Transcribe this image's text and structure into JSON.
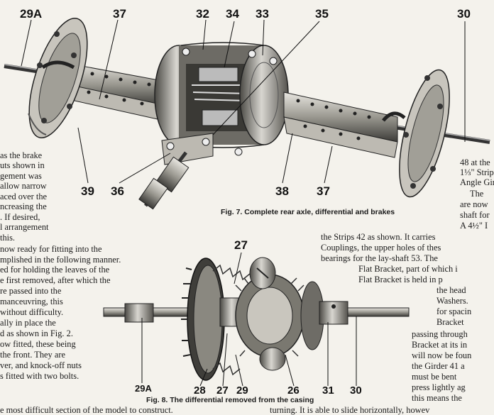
{
  "figure7": {
    "caption": "Fig. 7.  Complete rear axle, differential and brakes",
    "labels": [
      "29A",
      "37",
      "32",
      "34",
      "33",
      "35",
      "30",
      "39",
      "36",
      "38",
      "37"
    ]
  },
  "figure8": {
    "caption": "Fig. 8.  The differential removed from the casing",
    "labels": [
      "27",
      "29A",
      "28",
      "27",
      "29",
      "26",
      "31",
      "30"
    ]
  },
  "left_column": [
    "as the brake",
    "uts shown in",
    "gement    was",
    "allow narrow",
    "aced over the",
    "ncreasing   the",
    ".   If desired,",
    "l arrangement",
    "this.",
    "now ready for fitting into the",
    "mplished in the following manner.",
    "ed for holding the leaves of the",
    "e first removed, after which the",
    "re passed into the",
    "manceuvring, this",
    "without difficulty.",
    "ally in place the",
    "d as shown in Fig. 2.",
    "ow fitted, these being",
    "the front.   They are",
    "ver, and knock-off nuts",
    "s fitted with two bolts."
  ],
  "left_bottom": "e most difficult section of the model to construct.",
  "right_top": [
    "48 at the",
    "1⅓\" Strips",
    "Angle Gir",
    "The",
    "are  now",
    "shaft for",
    "A  4½\"  I"
  ],
  "middle_lines": [
    "the Strips 42 as shown.  It carries",
    "Couplings, the upper holes of thes",
    "bearings for the lay-shaft  53.  The"
  ],
  "right_bottom": [
    "Flat Bracket, part of which i",
    "Flat Bracket  is  held  in  p",
    "the  head",
    "Washers.",
    "for spacin",
    "Bracket",
    "passing  through",
    "Bracket at its in",
    "will now be foun",
    "the Girder 41 a",
    "must  be  bent",
    "press  lightly  ag",
    "this means the"
  ],
  "bottom_right": "turning.  It is able to slide horizontally, howev"
}
